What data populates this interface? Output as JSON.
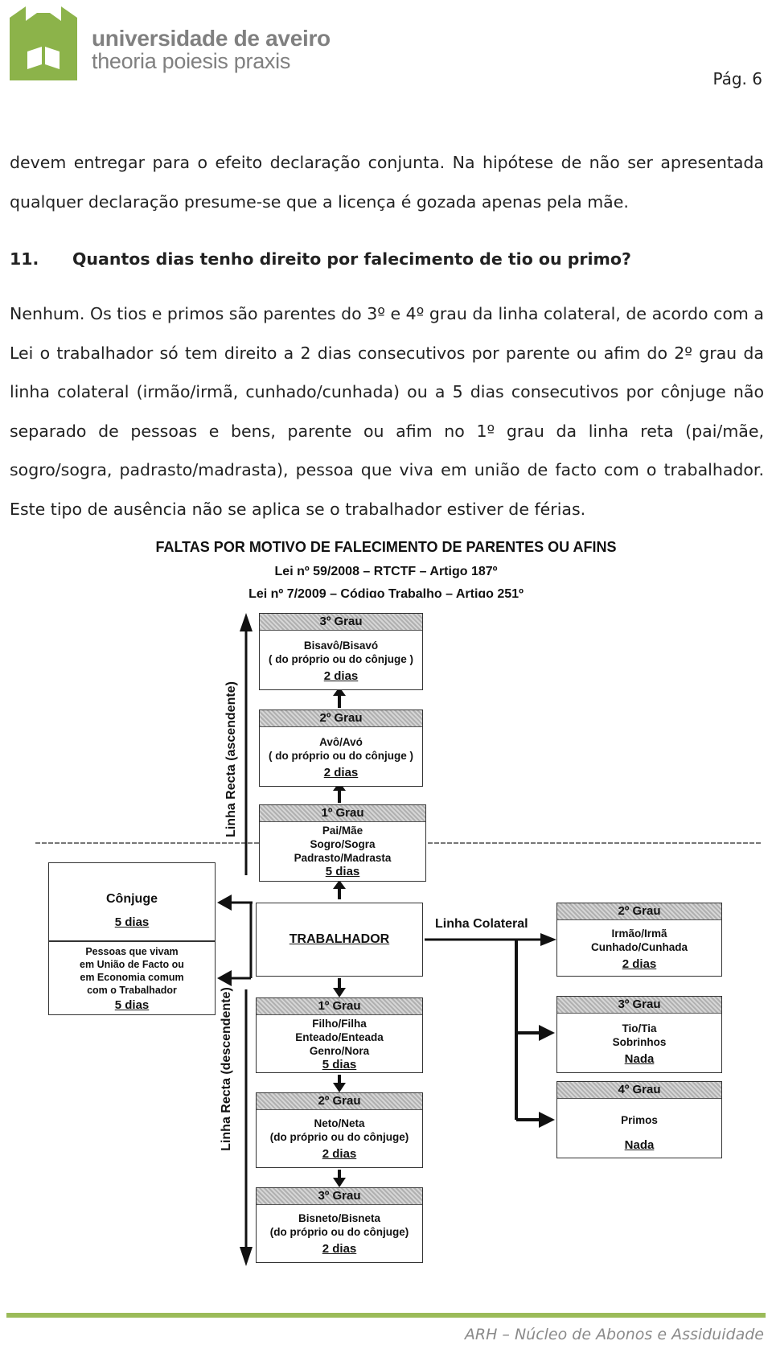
{
  "header": {
    "university_name": "universidade de aveiro",
    "motto": "theoria poiesis praxis",
    "page_label": "Pág. 6",
    "logo_color": "#8cb34a"
  },
  "body": {
    "continuation_text": "devem entregar para o efeito declaração conjunta. Na hipótese de não ser apresentada qualquer declaração presume-se que a licença é gozada apenas pela mãe.",
    "question_number": "11.",
    "question_text": "Quantos dias tenho direito por falecimento de tio ou primo?",
    "answer_text": "Nenhum. Os tios e primos são parentes do 3º e 4º grau da linha colateral, de acordo com a Lei o trabalhador só tem direito a 2 dias consecutivos por parente ou afim do 2º grau da linha colateral (irmão/irmã, cunhado/cunhada) ou a 5 dias consecutivos por cônjuge não separado de pessoas e bens, parente ou afim no 1º grau da linha reta (pai/mãe, sogro/sogra, padrasto/madrasta), pessoa que viva em união de facto com o trabalhador. Este tipo de ausência não se aplica se o trabalhador estiver de férias."
  },
  "diagram": {
    "title": "FALTAS POR MOTIVO DE FALECIMENTO DE PARENTES OU AFINS",
    "law1": "Lei nº 59/2008 – RTCTF – Artigo 187º",
    "law2": "Lei nº 7/2009 – Código Trabalho – Artigo 251º",
    "ascending_label": "Linha Recta (ascendente)",
    "descending_label": "Linha Recta (descendente)",
    "collateral_label": "Linha Colateral",
    "asc3": {
      "header": "3º Grau",
      "line1": "Bisavô/Bisavó",
      "line2": "( do próprio ou do cônjuge )",
      "days": "2 dias"
    },
    "asc2": {
      "header": "2º Grau",
      "line1": "Avô/Avó",
      "line2": "( do próprio ou do cônjuge )",
      "days": "2 dias"
    },
    "asc1": {
      "header": "1º Grau",
      "line1": "Pai/Mãe",
      "line2": "Sogro/Sogra",
      "line3": "Padrasto/Madrasta",
      "days": "5 dias"
    },
    "spouse": {
      "label": "Cônjuge",
      "days": "5 dias"
    },
    "union": {
      "line1": "Pessoas que vivam",
      "line2": "em União de Facto ou",
      "line3": "em Economia comum",
      "line4": "com o Trabalhador",
      "days": "5 dias"
    },
    "worker": {
      "label": "TRABALHADOR"
    },
    "col2": {
      "header": "2º Grau",
      "line1": "Irmão/Irmã",
      "line2": "Cunhado/Cunhada",
      "days": "2 dias"
    },
    "col3": {
      "header": "3º Grau",
      "line1": "Tio/Tia",
      "line2": "Sobrinhos",
      "days": "Nada"
    },
    "col4": {
      "header": "4º Grau",
      "line1": "Primos",
      "days": "Nada"
    },
    "desc1": {
      "header": "1º Grau",
      "line1": "Filho/Filha",
      "line2": "Enteado/Enteada",
      "line3": "Genro/Nora",
      "days": "5 dias"
    },
    "desc2": {
      "header": "2º Grau",
      "line1": "Neto/Neta",
      "line2": "(do próprio ou do cônjuge)",
      "days": "2 dias"
    },
    "desc3": {
      "header": "3º Grau",
      "line1": "Bisneto/Bisneta",
      "line2": "(do próprio ou do cônjuge)",
      "days": "2 dias"
    }
  },
  "footer": {
    "text": "ARH – Núcleo de Abonos e Assiduidade",
    "rule_color": "#9bbb59"
  }
}
